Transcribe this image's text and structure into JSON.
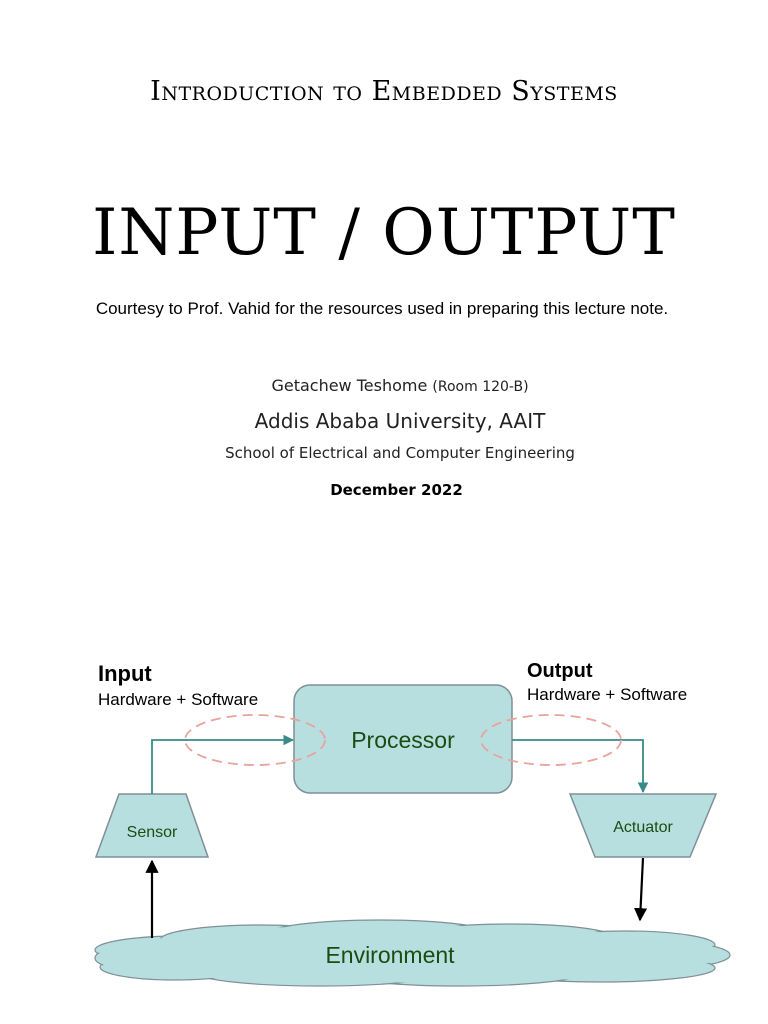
{
  "header": {
    "course_title": "Introduction to Embedded Systems",
    "main_title": "INPUT / OUTPUT",
    "courtesy": "Courtesy to Prof. Vahid for the resources used in preparing this lecture note."
  },
  "author": {
    "name": "Getachew Teshome",
    "room": "(Room 120-B)",
    "university": "Addis Ababa University, AAIT",
    "school": "School of Electrical and Computer Engineering",
    "date": "December 2022"
  },
  "diagram": {
    "input_title": "Input",
    "input_subtitle": "Hardware + Software",
    "output_title": "Output",
    "output_subtitle": "Hardware + Software",
    "processor_label": "Processor",
    "sensor_label": "Sensor",
    "actuator_label": "Actuator",
    "environment_label": "Environment",
    "colors": {
      "box_fill": "#b7dfe0",
      "box_stroke": "#7f8f96",
      "arrow": "#3a8a8a",
      "ellipse": "#e8a39c",
      "label_text": "#1a4d12"
    }
  }
}
